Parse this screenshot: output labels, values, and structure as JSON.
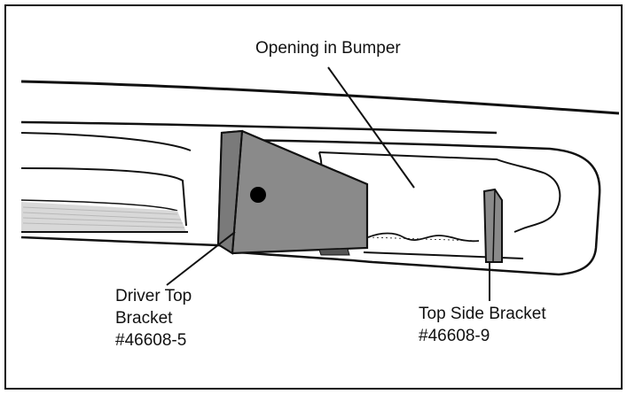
{
  "labels": {
    "opening": "Opening in Bumper",
    "driver_top_bracket": [
      "Driver Top",
      "Bracket",
      "#46608-5"
    ],
    "top_side_bracket": [
      "Top Side Bracket",
      "#46608-9"
    ]
  },
  "colors": {
    "bracket_fill": "#8a8a8a",
    "outline": "#111111",
    "background": "#ffffff",
    "texture": "#b8b8b8"
  }
}
